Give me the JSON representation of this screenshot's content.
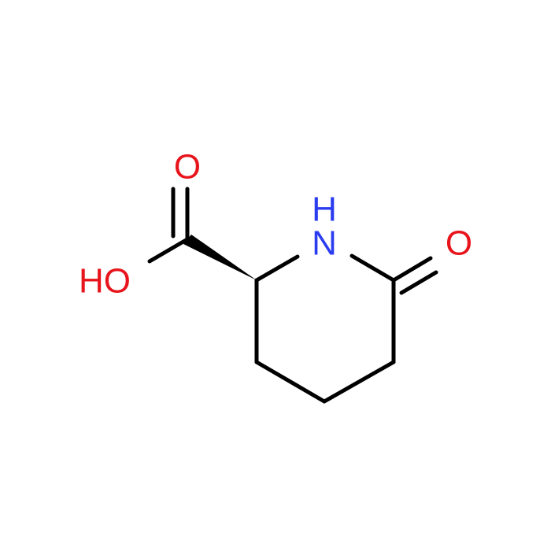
{
  "molecule": {
    "atoms": {
      "hydroxyl": {
        "text": "HO",
        "element": "O",
        "color": "#e8141c"
      },
      "carbonyl_oxygen_acid": {
        "text": "O",
        "element": "O",
        "color": "#e8141c"
      },
      "ring_nitrogen": {
        "text": "N",
        "element": "N",
        "color": "#2a3cf0"
      },
      "ring_nitrogen_hydrogen": {
        "text": "H",
        "element": "H",
        "color": "#2a3cf0"
      },
      "lactam_oxygen": {
        "text": "O",
        "element": "O",
        "color": "#e8141c"
      }
    },
    "bond_color": "#000000",
    "stereo": {
      "wedge_bond": "C2-C(carboxyl)",
      "type": "solid wedge"
    }
  }
}
